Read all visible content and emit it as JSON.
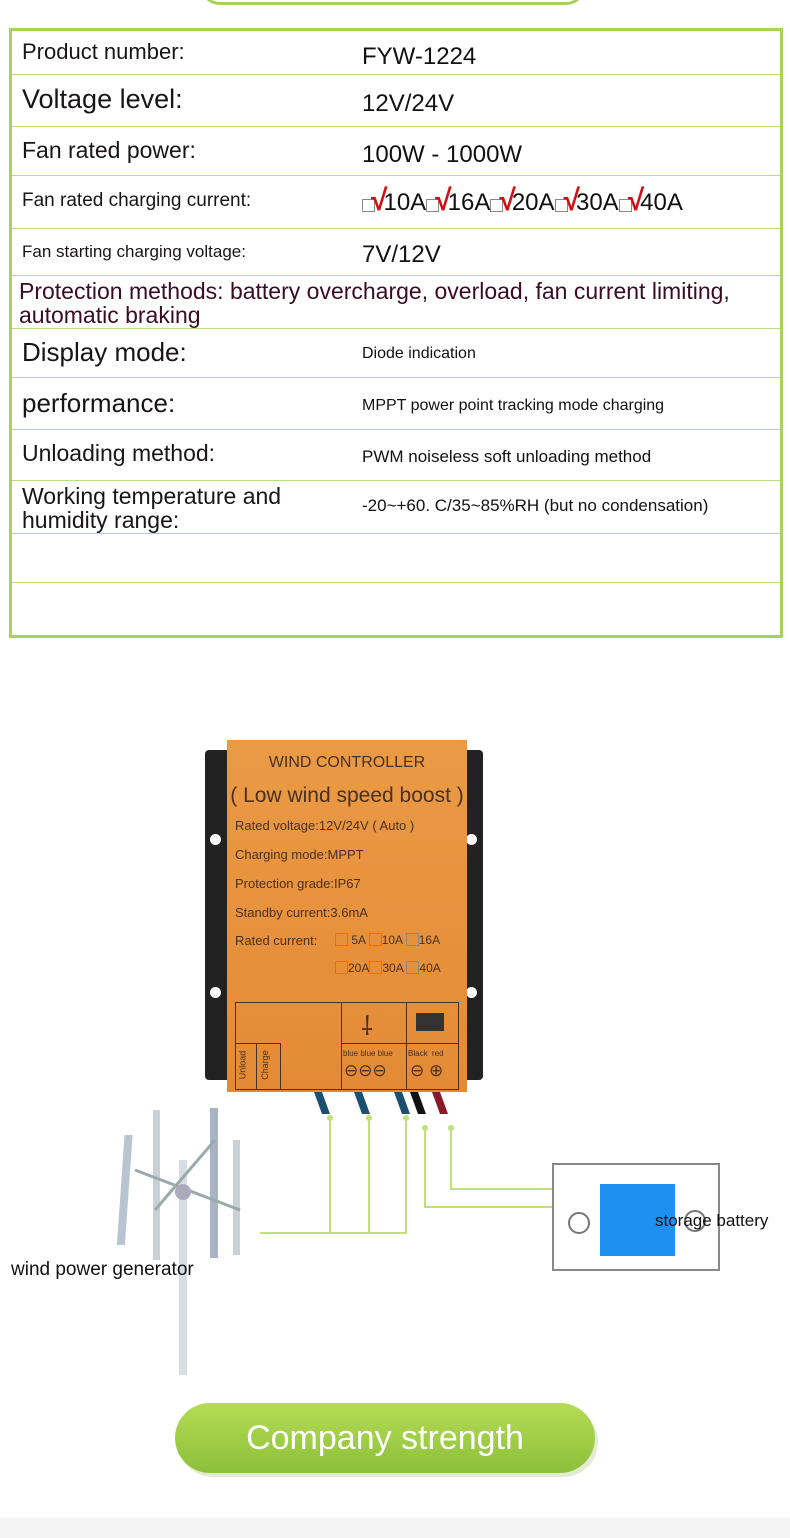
{
  "specs": [
    {
      "label": "Product number:",
      "value": "FYW-1224"
    },
    {
      "label": "Voltage level:",
      "value": "12V/24V"
    },
    {
      "label": "Fan rated power:",
      "value": "100W - 1000W"
    },
    {
      "label": "Fan rated charging current:",
      "options": [
        "10A",
        "16A",
        "20A",
        "30A",
        "40A"
      ]
    },
    {
      "label": "Fan starting charging voltage:",
      "value": "7V/12V"
    },
    {
      "label": "Protection methods: battery overcharge, overload, fan current limiting, automatic braking"
    },
    {
      "label": "Display mode:",
      "value": "Diode indication"
    },
    {
      "label": "performance:",
      "value": "MPPT power point tracking mode charging"
    },
    {
      "label": "Unloading method:",
      "value": "PWM noiseless soft unloading method"
    },
    {
      "label": "Working temperature and humidity range:",
      "value": "-20~+60. C/35~85%RH (but no condensation)"
    }
  ],
  "controller": {
    "title": "WIND CONTROLLER",
    "subtitle": "( Low wind speed boost )",
    "lines": [
      "Rated voltage:12V/24V ( Auto )",
      "Charging mode:MPPT",
      "Protection grade:IP67",
      "Standby current:3.6mA"
    ],
    "rated_label": "Rated current:",
    "rated_options": [
      "5A",
      "10A",
      "16A",
      "20A",
      "30A",
      "40A"
    ],
    "unload": "Unload",
    "charge": "Charge",
    "wires_fan": "blue blue blue",
    "wires_batt": "Black  red",
    "terminals_fan": "⊖⊖⊖",
    "terminals_batt": "⊖ ⊕"
  },
  "diagram": {
    "generator_label": "wind power generator",
    "battery_label": "storage battery"
  },
  "button": {
    "label": "Company strength"
  }
}
